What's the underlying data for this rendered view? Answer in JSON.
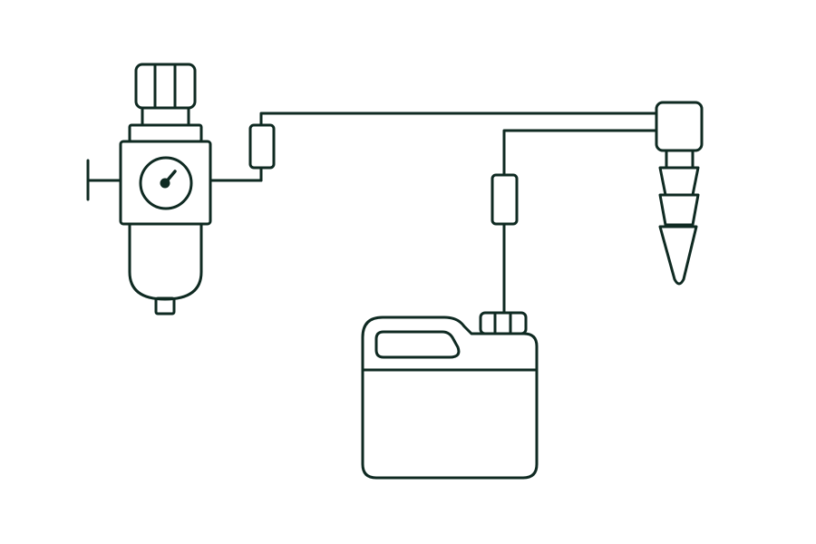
{
  "diagram": {
    "stroke_color": "#0f2a22",
    "background_color": "#ffffff",
    "components": [
      {
        "id": "air-filter-regulator",
        "icon": "air-filter-regulator-icon"
      },
      {
        "id": "pressure-gauge",
        "icon": "pressure-gauge-icon"
      },
      {
        "id": "inline-filter-air",
        "icon": "inline-filter-icon"
      },
      {
        "id": "inline-filter-fluid",
        "icon": "inline-filter-icon"
      },
      {
        "id": "fluid-canister",
        "icon": "jerrycan-icon"
      },
      {
        "id": "spray-nozzle",
        "icon": "nozzle-icon"
      }
    ]
  }
}
